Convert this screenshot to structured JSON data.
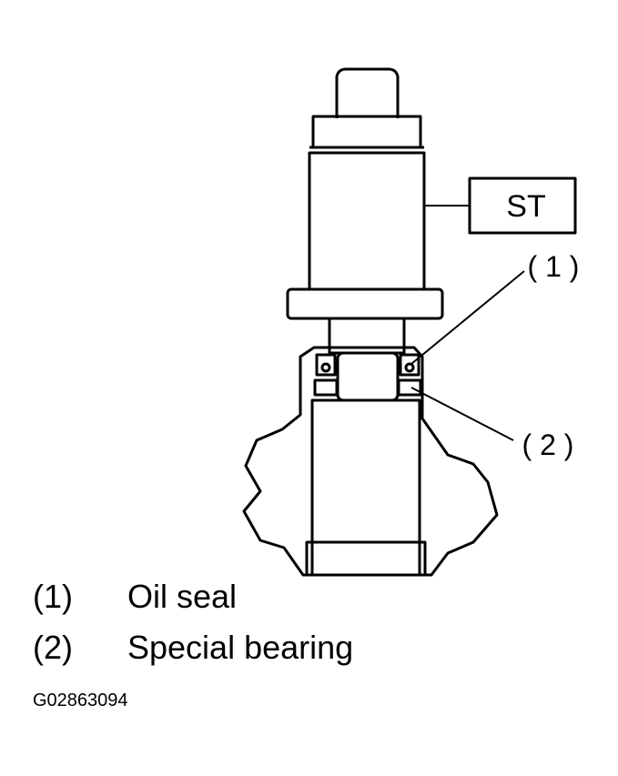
{
  "diagram": {
    "tool_label": "ST",
    "callout_1": "( 1 )",
    "callout_2": "( 2 )"
  },
  "legend": [
    {
      "number": "(1)",
      "text": "Oil seal"
    },
    {
      "number": "(2)",
      "text": "Special bearing"
    }
  ],
  "figure_id": "G02863094"
}
